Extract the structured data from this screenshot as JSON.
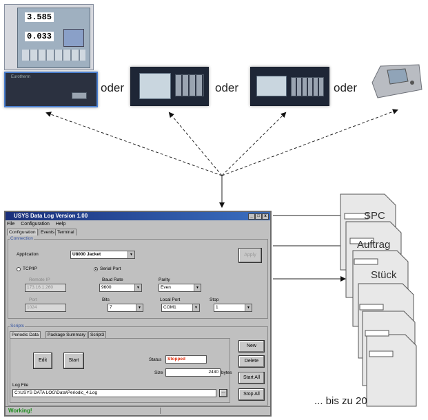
{
  "connector_word": "oder",
  "device1_screen": {
    "value1": "3.585",
    "value2": "0.033"
  },
  "device1_brand": "Eurotherm",
  "window": {
    "title": "USYS Data Log Version 1.00",
    "menu": [
      "File",
      "Configuration",
      "Help"
    ],
    "tabs": [
      "Configuration",
      "Events",
      "Terminal"
    ],
    "connection_group": "Connection",
    "application_label": "Application",
    "application_value": "U8000 Jacket",
    "apply_button": "Apply",
    "tcpip_label": "TCP/IP",
    "serial_label": "Serial Port",
    "serial_selected": true,
    "remote_ip_label": "Remote IP",
    "remote_ip_value": "173.16.1.260",
    "port_label": "Port",
    "port_value": "1024",
    "baud_label": "Baud Rate",
    "baud_value": "9600",
    "parity_label": "Parity",
    "parity_value": "Even",
    "bits_label": "Bits",
    "bits_value": "7",
    "local_port_label": "Local Port",
    "local_port_value": "COM1",
    "stop_label": "Stop",
    "stop_value": "1",
    "scripts_group": "Scripts",
    "script_tabs": [
      "Periodic Data",
      "Package Summary",
      "Script3"
    ],
    "edit_button": "Edit",
    "start_button": "Start",
    "status_label": "Status",
    "status_value": "Stopped",
    "size_label": "Size",
    "size_value": "2430",
    "size_unit": "bytes",
    "logfile_label": "Log File",
    "logfile_value": "C:\\USYS DATA LOG\\Data\\Periodic_4.Log",
    "browse_button": "...",
    "new_button": "New",
    "delete_button": "Delete",
    "start_all_button": "Start All",
    "stop_all_button": "Stop All",
    "status_bar": "Working!"
  },
  "documents": [
    "SPC",
    "Auftrag",
    "Stück"
  ],
  "bis_text": "... bis zu 20",
  "colors": {
    "status_stopped": "#e03010",
    "status_working": "#1a8a1a",
    "title_blue": "#1a2f7a"
  }
}
